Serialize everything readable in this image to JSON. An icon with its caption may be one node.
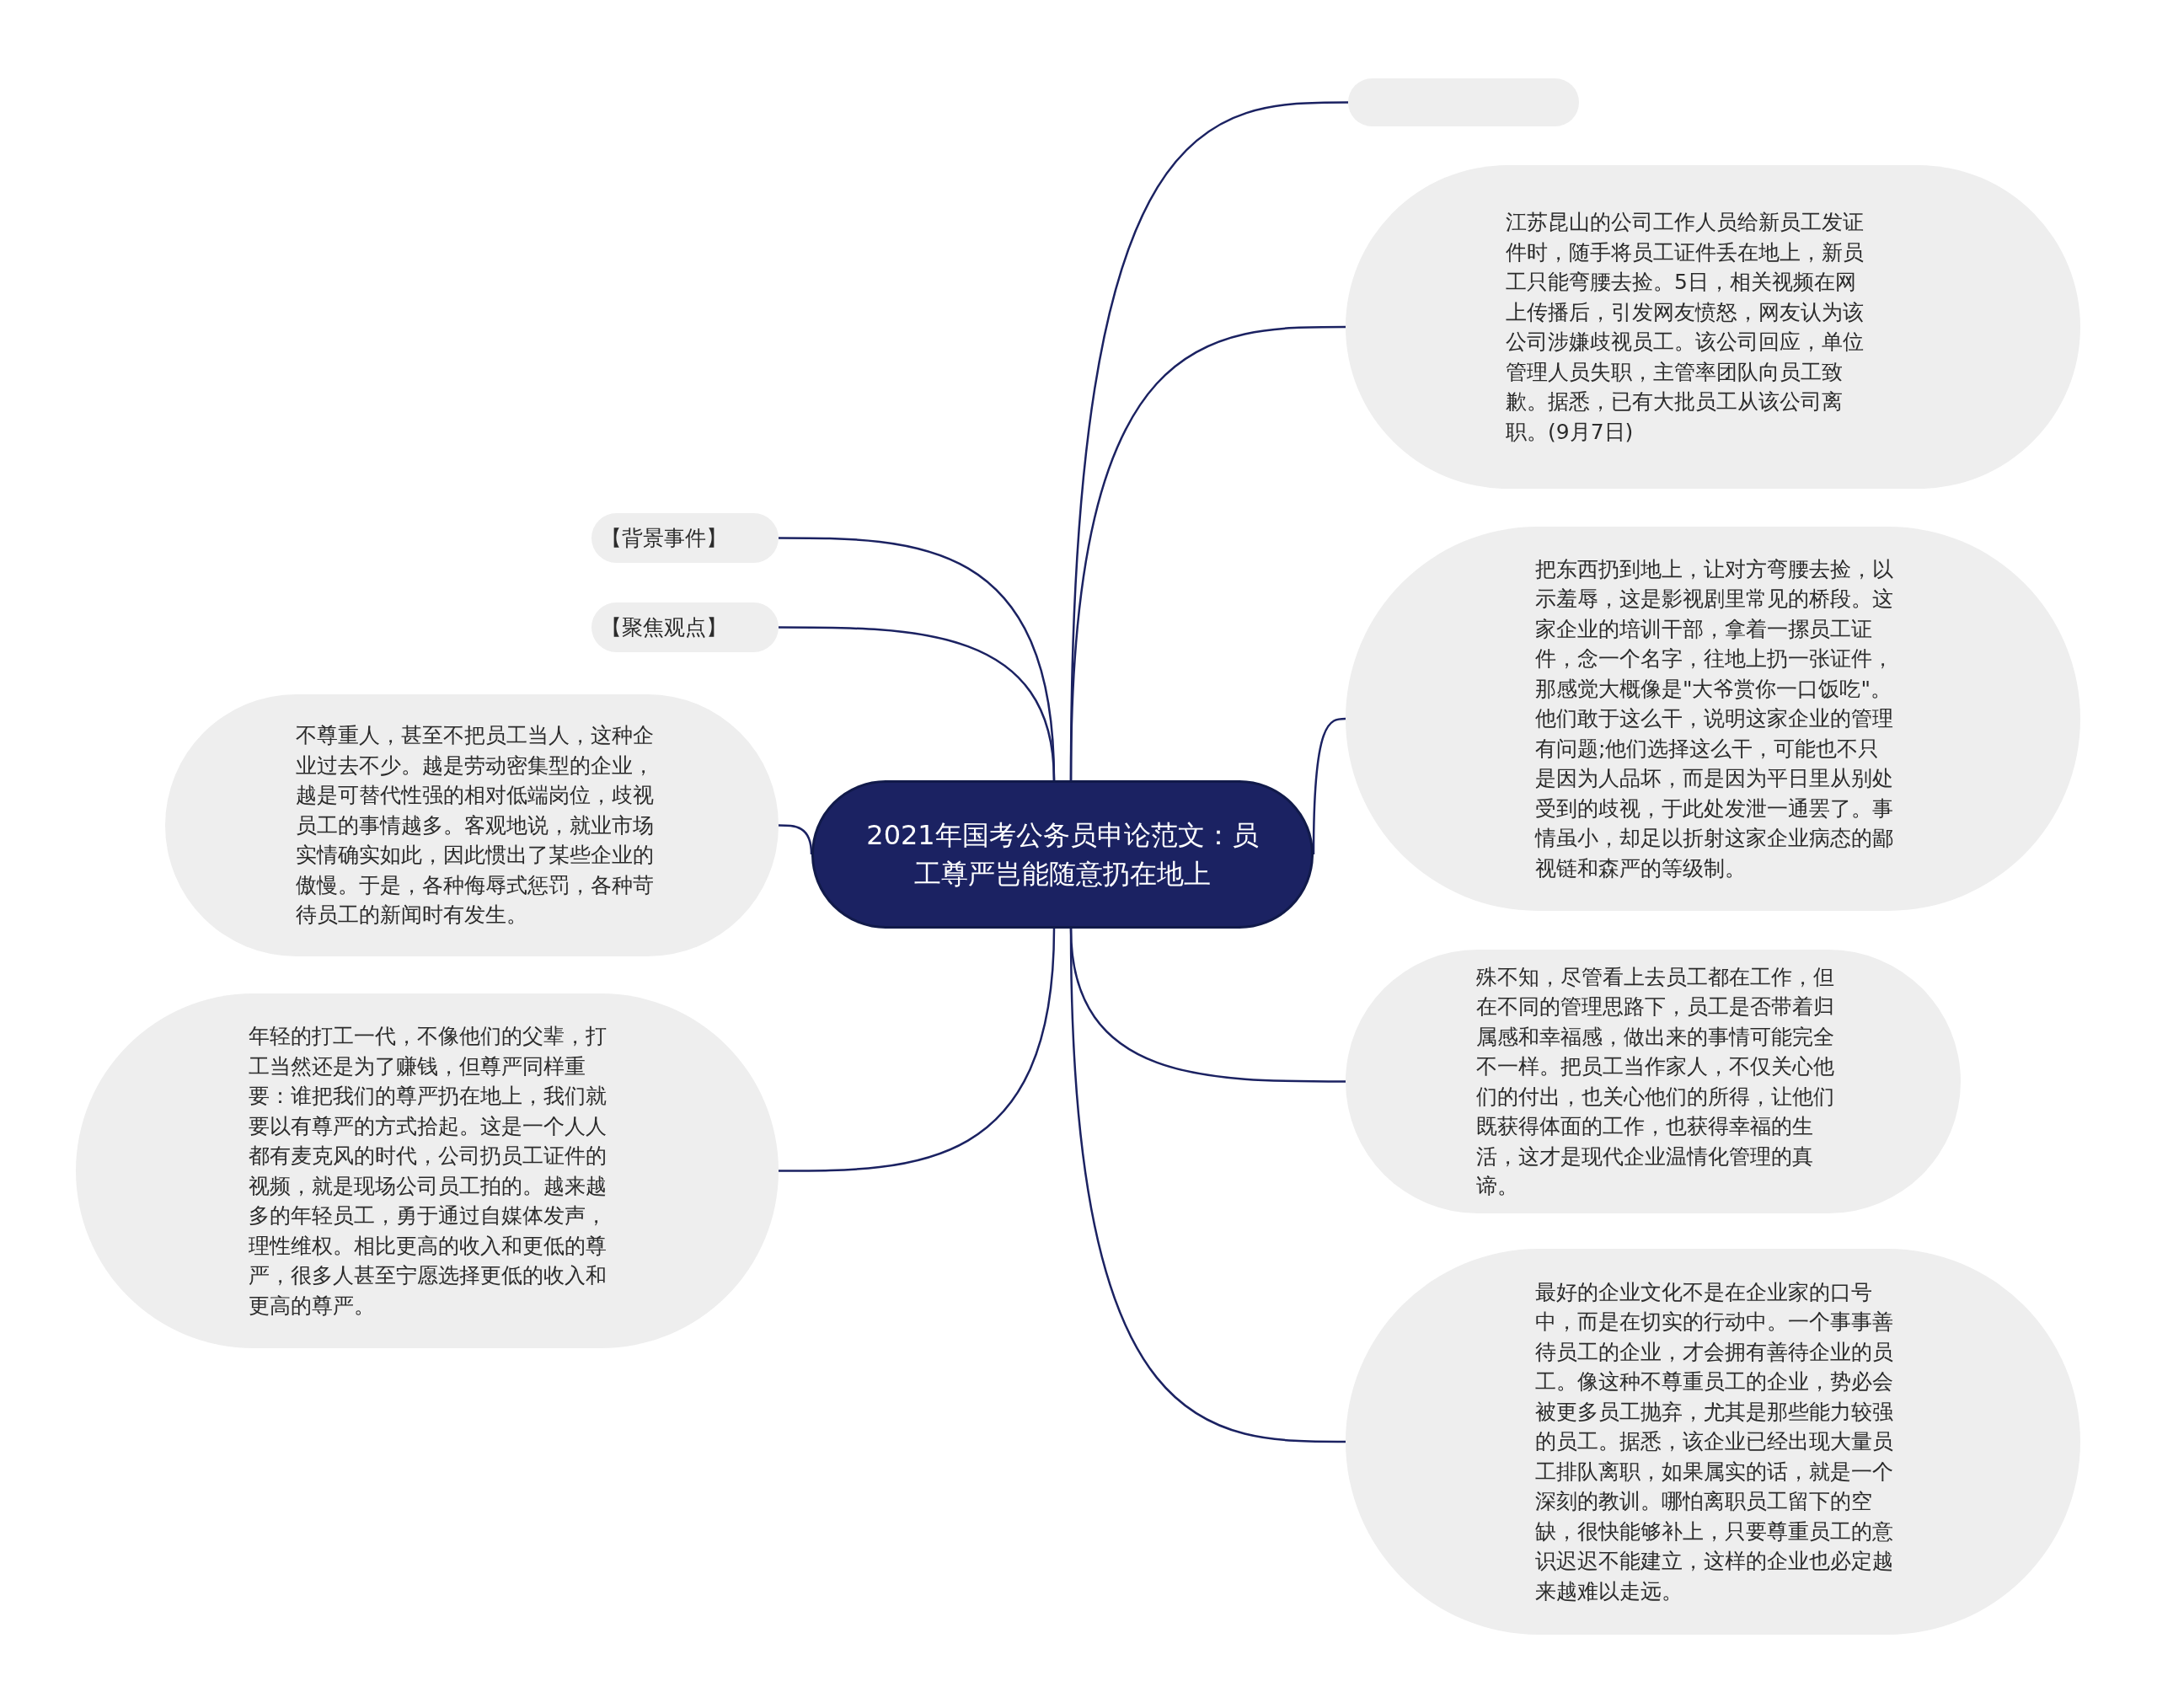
{
  "diagram": {
    "nodes": [
      {
        "text": [
          "2021年国考公务员申论范文：员工尊严岂能随意扔在地上"
        ]
      },
      {
        "text": [],
        "shape": "box"
      },
      {
        "text": [
          "江苏昆山的公司工作人员给新员工发证件时，随手将员工证件丢在地上，新员工只能弯腰去捡。5日，相关视频在网上传播后，引发网友愤怒，网友认为该公司涉嫌歧视员工。该公司回应，单位管理人员失职，主管率团队向员工致歉。据悉，已有大批员工从该公司离职。(9月7日)"
        ]
      },
      {
        "text": [
          "把东西扔到地上，让对方弯腰去捡，以示羞辱，这是影视剧里常见的桥段。这家企业的培训干部，拿着一摞员工证件，念一个名字，往地上扔一张证件，那感觉大概像是\"大爷赏你一口饭吃\"。他们敢于这么干，说明这家企业的管理有问题;他们选择这么干，可能也不只是因为人品坏，而是因为平日里从别处受到的歧视，于此处发泄一通罢了。事情虽小，却足以折射这家企业病态的鄙视链和森严的等级制。"
        ]
      },
      {
        "text": [
          "殊不知，尽管看上去员工都在工作，但在不同的管理思路下，员工是否带着归属感和幸福感，做出来的事情可能完全不一样。把员工当作家人，不仅关心他们的付出，也关心他们的所得，让他们既获得体面的工作，也获得幸福的生活，这才是现代企业温情化管理的真谛。"
        ]
      },
      {
        "text": [
          "最好的企业文化不是在企业家的口号中，而是在切实的行动中。一个事事善待员工的企业，才会拥有善待企业的员工。像这种不尊重员工的企业，势必会被更多员工抛弃，尤其是那些能力较强的员工。据悉，该企业已经出现大量员工排队离职，如果属实的话，就是一个深刻的教训。哪怕离职员工留下的空缺，很快能够补上，只要尊重员工的意识迟迟不能建立，这样的企业也必定越来越难以走远。"
        ]
      },
      {
        "text": [
          "【背景事件】"
        ]
      },
      {
        "text": [
          "【聚焦观点】"
        ]
      },
      {
        "text": [
          "不尊重人，甚至不把员工当人，这种企业过去不少。越是劳动密集型的企业，越是可替代性强的相对低端岗位，歧视员工的事情越多。客观地说，就业市场实情确实如此，因此惯出了某些企业的傲慢。于是，各种侮辱式惩罚，各种苛待员工的新闻时有发生。"
        ]
      },
      {
        "text": [
          "年轻的打工一代，不像他们的父辈，打工当然还是为了赚钱，但尊严同样重要：谁把我们的尊严扔在地上，我们就要以有尊严的方式拾起。这是一个人人都有麦克风的时代，公司扔员工证件的视频，就是现场公司员工拍的。越来越多的年轻员工，勇于通过自媒体发声，理性维权。相比更高的收入和更低的尊严，很多人甚至宁愿选择更低的收入和更高的尊严。"
        ]
      }
    ],
    "edges": [
      {
        "from": 0,
        "to": 1,
        "arrow": "none"
      },
      {
        "from": 0,
        "to": 2,
        "arrow": "none"
      },
      {
        "from": 0,
        "to": 3,
        "arrow": "none"
      },
      {
        "from": 0,
        "to": 4,
        "arrow": "none"
      },
      {
        "from": 0,
        "to": 5,
        "arrow": "none"
      },
      {
        "from": 0,
        "to": 6,
        "arrow": "none"
      },
      {
        "from": 0,
        "to": 7,
        "arrow": "none"
      },
      {
        "from": 0,
        "to": 8,
        "arrow": "none"
      },
      {
        "from": 0,
        "to": 9,
        "arrow": "none"
      }
    ]
  }
}
